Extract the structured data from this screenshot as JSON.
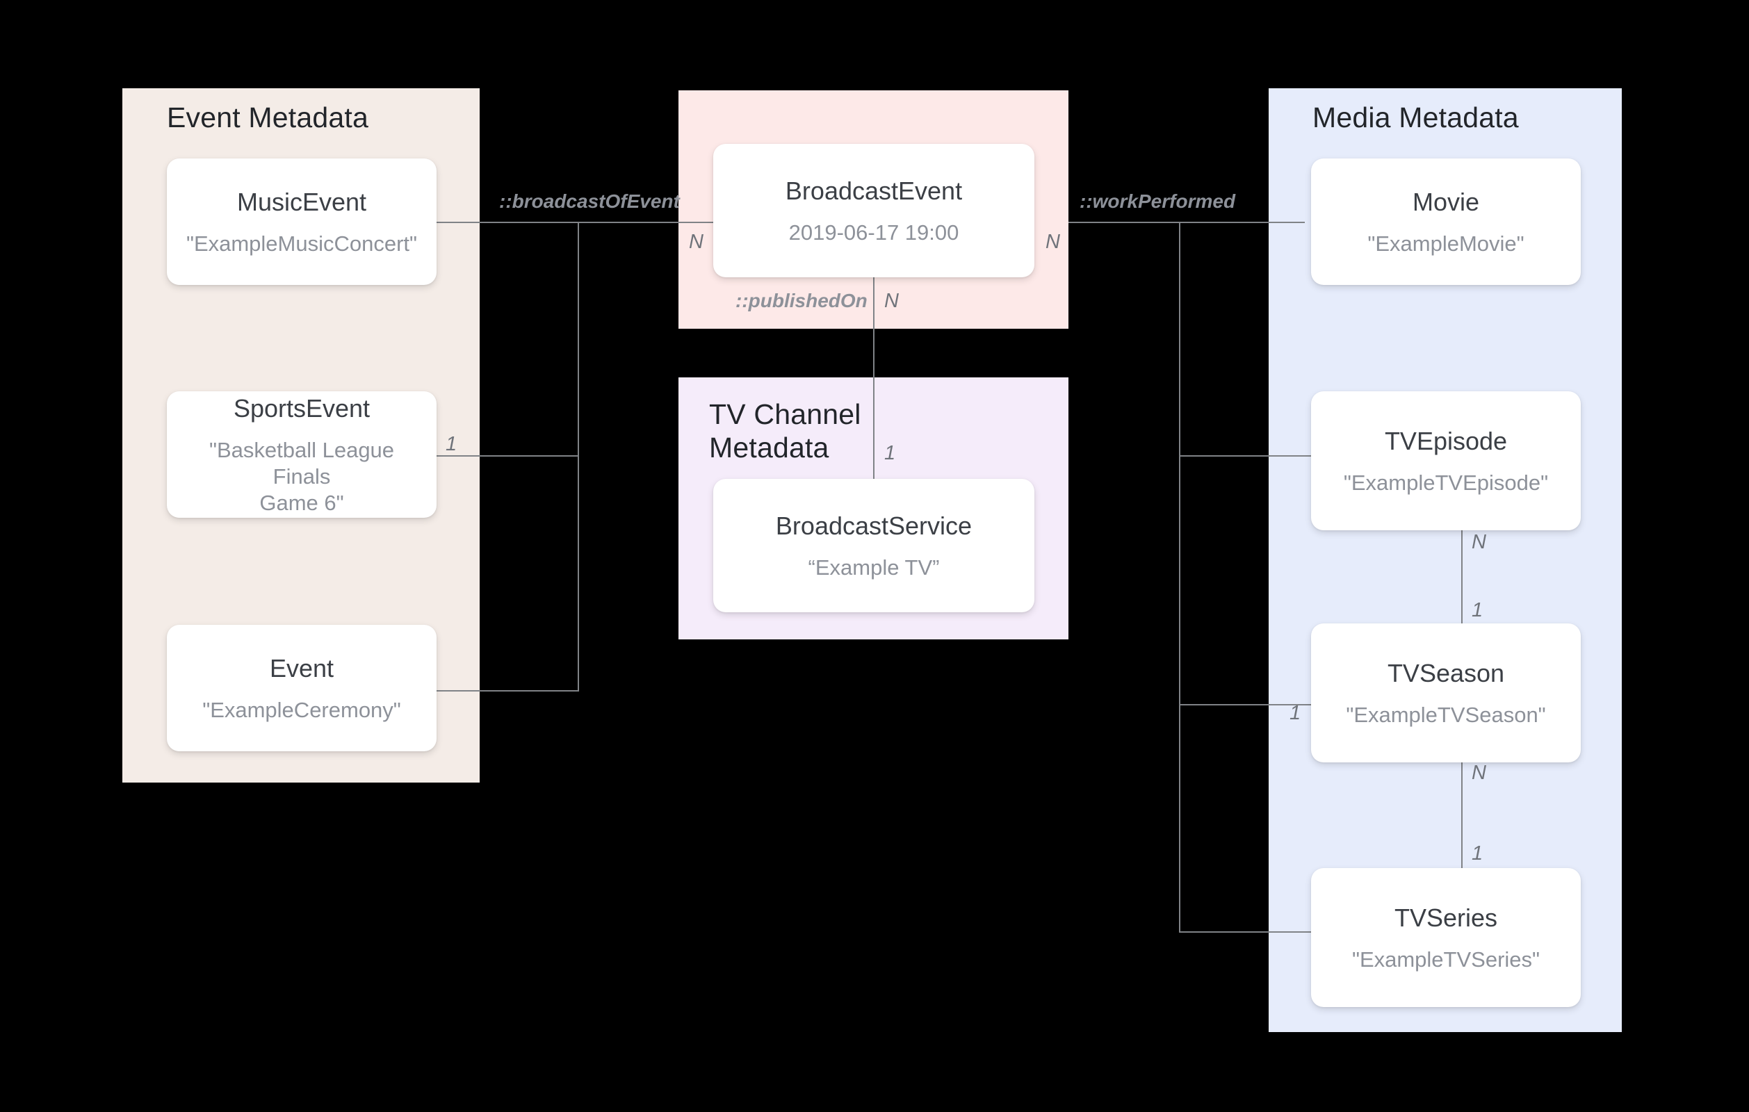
{
  "panels": [
    {
      "id": "event",
      "title": "Event Metadata",
      "color": "#f4ece7"
    },
    {
      "id": "broadcast",
      "title": "",
      "color": "#fde9e8"
    },
    {
      "id": "tvchannel",
      "title": "TV Channel\nMetadata",
      "color": "#f5ecfa"
    },
    {
      "id": "media",
      "title": "Media Metadata",
      "color": "#e6ecfb"
    }
  ],
  "cards": {
    "music_event": {
      "title": "MusicEvent",
      "value": "\"ExampleMusicConcert\""
    },
    "sports_event": {
      "title": "SportsEvent",
      "value": "\"Basketball League Finals\nGame 6\""
    },
    "event": {
      "title": "Event",
      "value": "\"ExampleCeremony\""
    },
    "broadcast_event": {
      "title": "BroadcastEvent",
      "value": "2019-06-17 19:00"
    },
    "broadcast_service": {
      "title": "BroadcastService",
      "value": "“Example TV”"
    },
    "movie": {
      "title": "Movie",
      "value": "\"ExampleMovie\""
    },
    "tv_episode": {
      "title": "TVEpisode",
      "value": "\"ExampleTVEpisode\""
    },
    "tv_season": {
      "title": "TVSeason",
      "value": "\"ExampleTVSeason\""
    },
    "tv_series": {
      "title": "TVSeries",
      "value": "\"ExampleTVSeries\""
    }
  },
  "relations": {
    "broadcast_of_event": "::broadcastOfEvent",
    "published_on": "::publishedOn",
    "work_performed": "::workPerformed"
  },
  "cardinalities": {
    "sports_event_one": "1",
    "broadcast_event_left_n": "N",
    "broadcast_event_right_n": "N",
    "published_on_n": "N",
    "broadcast_service_one": "1",
    "tv_episode_n": "N",
    "tv_season_one_top": "1",
    "tv_season_one_left": "1",
    "tv_season_n": "N",
    "tv_series_one": "1"
  },
  "theme": {
    "line_color": "#808387",
    "card_bg": "#ffffff",
    "title_color": "#22252a",
    "card_title_color": "#3b3f45",
    "card_sub_color": "#8d9199",
    "label_color": "#8d9199",
    "canvas_bg": "#000000"
  }
}
